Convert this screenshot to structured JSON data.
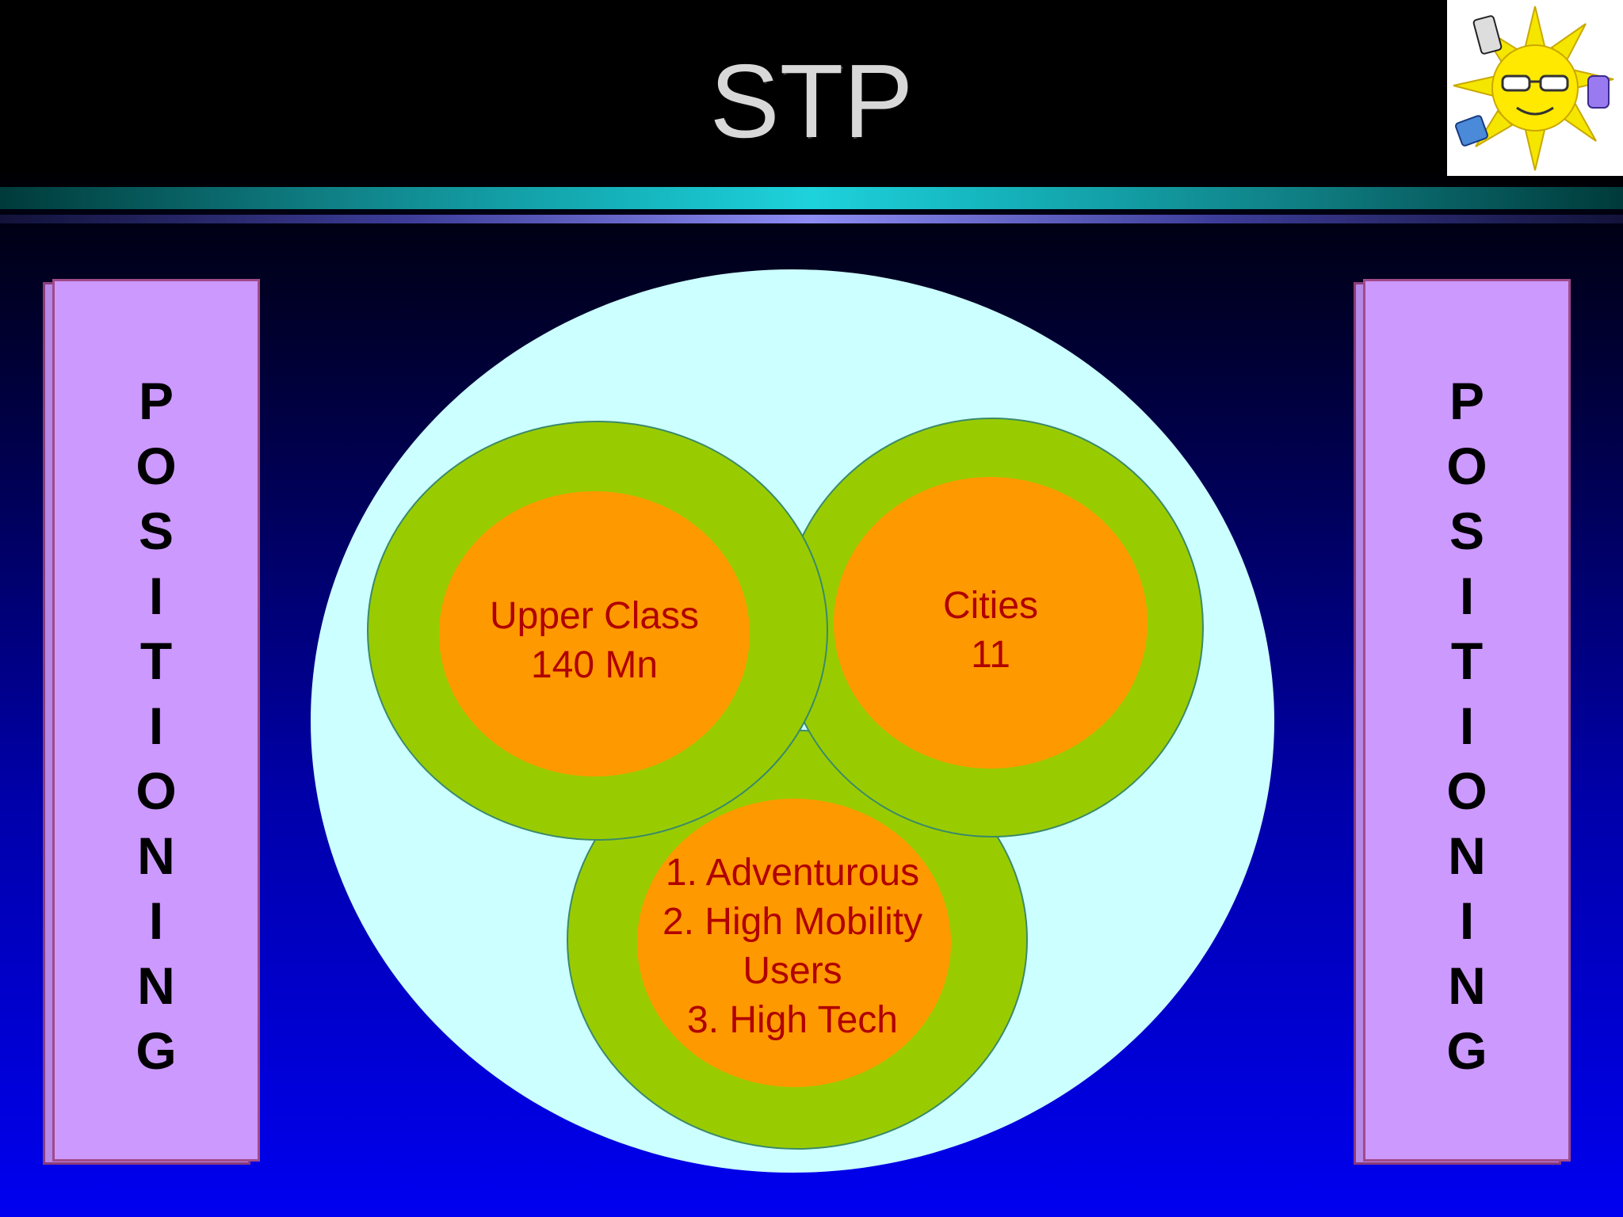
{
  "slide": {
    "title": "STP"
  },
  "logo": {
    "icon": "sun-with-sunglasses-and-phones-logo"
  },
  "left_panel": {
    "letters": [
      "P",
      "O",
      "S",
      "I",
      "T",
      "I",
      "O",
      "N",
      "I",
      "N",
      "G"
    ]
  },
  "right_panel": {
    "letters": [
      "P",
      "O",
      "S",
      "I",
      "T",
      "I",
      "O",
      "N",
      "I",
      "N",
      "G"
    ]
  },
  "diagram": {
    "colors": {
      "outer_circle": "#ccffff",
      "ring": "#99cc00",
      "core": "#ff9900",
      "label_text": "#b00000",
      "panel": "#cc99ff"
    },
    "segments": [
      {
        "id": "upper-class",
        "lines": [
          "Upper Class",
          "140 Mn"
        ]
      },
      {
        "id": "cities",
        "lines": [
          "Cities",
          "11"
        ]
      },
      {
        "id": "users",
        "lines": [
          "1. Adventurous",
          "2. High Mobility",
          "Users",
          "3. High Tech"
        ]
      }
    ]
  }
}
